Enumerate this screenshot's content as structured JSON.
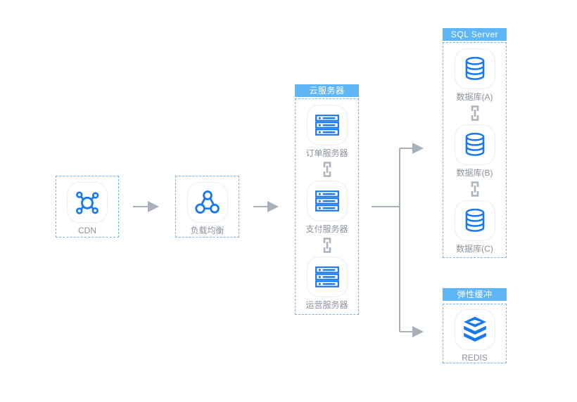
{
  "diagram_title": "web-architecture-diagram",
  "colors": {
    "accent_blue": "#5eb6f6",
    "dashed_border_blue": "#6db9f7",
    "icon_blue": "#1678f2",
    "arrow_gray": "#a8b1bb",
    "label_gray": "#8b929c",
    "tile_border": "#ededed"
  },
  "nodes": {
    "cdn": {
      "label": "CDN",
      "icon": "cdn-hub-icon"
    },
    "load_balancer": {
      "label": "负载均衡",
      "icon": "load-balancer-icon"
    }
  },
  "groups": {
    "cloud_servers": {
      "title": "云服务器",
      "items": [
        {
          "label": "订单服务器",
          "icon": "server-rack-icon"
        },
        {
          "label": "支付服务器",
          "icon": "server-rack-icon"
        },
        {
          "label": "运营服务器",
          "icon": "server-rack-icon"
        }
      ]
    },
    "sql_server": {
      "title": "SQL Server",
      "items": [
        {
          "label": "数据库(A)",
          "icon": "database-icon"
        },
        {
          "label": "数据库(B)",
          "icon": "database-icon"
        },
        {
          "label": "数据库(C)",
          "icon": "database-icon"
        }
      ]
    },
    "cache": {
      "title": "弹性缓冲",
      "items": [
        {
          "label": "REDIS",
          "icon": "redis-stack-icon"
        }
      ]
    }
  },
  "connectors": [
    "cdn -> load_balancer",
    "load_balancer -> cloud_servers",
    "cloud_servers -> sql_server",
    "cloud_servers -> cache"
  ]
}
